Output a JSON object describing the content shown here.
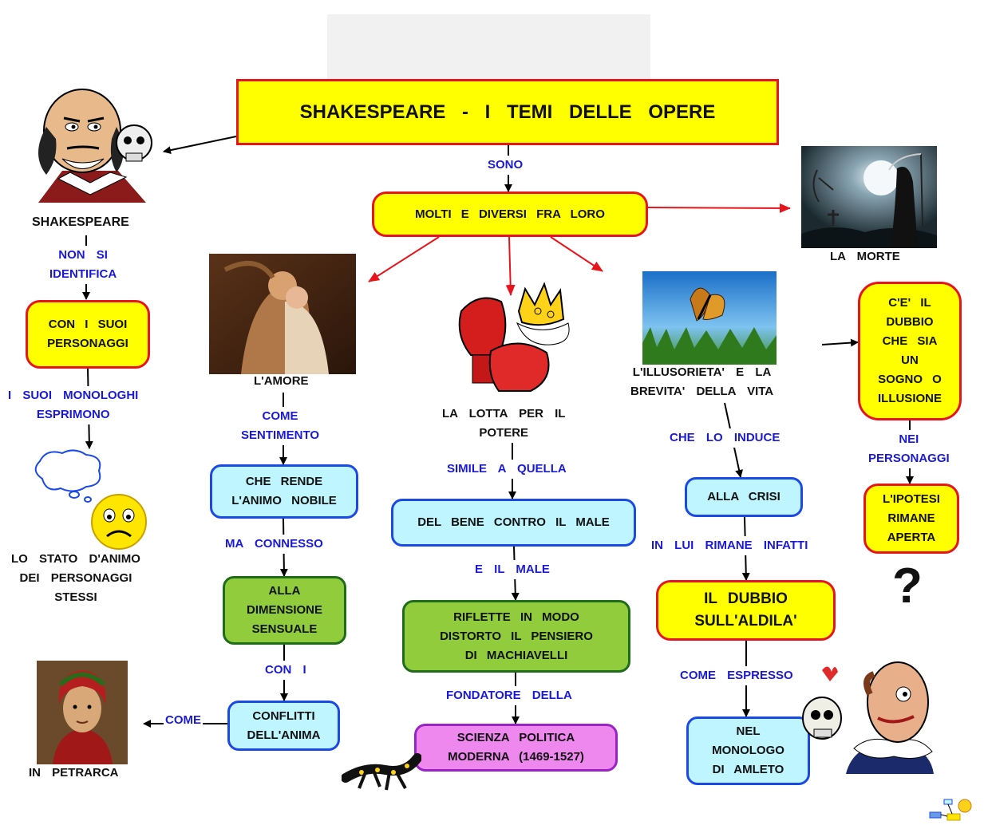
{
  "title": "SHAKESPEARE    - I  TEMI   DELLE   OPERE",
  "links": {
    "sono": "SONO",
    "non_si_identifica": "NON  SI\nIDENTIFICA",
    "suoi_monologhi": "I  SUOI        MONOLOGHI\nESPRIMONO",
    "come_sentimento": "COME\nSENTIMENTO",
    "ma_connesso": "MA    CONNESSO",
    "con_i": "CON  I",
    "come_petrarca": "COME",
    "simile_a_quella": "SIMILE   A   QUELLA",
    "e_il_male": "E  IL  MALE",
    "fondatore_della": "FONDATORE      DELLA",
    "che_lo_induce": "CHE  LO  INDUCE",
    "in_lui_rimane": "IN  LUI    RIMANE     INFATTI",
    "come_espresso": "COME        ESPRESSO",
    "nei_personaggi": "NEI\nPERSONAGGI"
  },
  "nodes": {
    "molti_diversi": "MOLTI   E   DIVERSI   FRA   LORO",
    "con_suoi_personaggi": "CON  I  SUOI\nPERSONAGGI",
    "che_rende_nobile": "CHE   RENDE\nL'ANIMO    NOBILE",
    "dimensione_sensuale": "ALLA\nDIMENSIONE\nSENSUALE",
    "conflitti_anima": "CONFLITTI\nDELL'ANIMA",
    "bene_contro_male": "DEL   BENE    CONTRO   IL   MALE",
    "riflette_machiavelli": "RIFLETTE    IN    MODO\nDISTORTO    IL    PENSIERO\nDI     MACHIAVELLI",
    "scienza_politica": "SCIENZA      POLITICA\nMODERNA     (1469-1527)",
    "alla_crisi": "ALLA    CRISI",
    "dubbio_aldila": "IL   DUBBIO\nSULL'ALDILA'",
    "monologo_amleto": "NEL\nMONOLOGO\nDI    AMLETO",
    "dubbio_sogno": "C'E'  IL\nDUBBIO\nCHE   SIA\nUN\nSOGNO   O\nILLUSIONE",
    "ipotesi_aperta": "L'IPOTESI\nRIMANE\nAPERTA"
  },
  "captions": {
    "shakespeare": "SHAKESPEARE",
    "stato_animo": "LO    STATO     D'ANIMO\nDEI      PERSONAGGI\nSTESSI",
    "amore": "L'AMORE",
    "lotta_potere": "LA    LOTTA    PER   IL\nPOTERE",
    "illusorieta": "L'ILLUSORIETA'      E  LA\nBREVITA'      DELLA      VITA",
    "morte": "LA     MORTE",
    "petrarca": "IN       PETRARCA",
    "question_mark": "?"
  },
  "colors": {
    "yellow_fill": "#ffff00",
    "red_border": "#e8141c",
    "cyan_fill": "#bff5ff",
    "blue_border": "#1b49e6",
    "green_fill": "#90cc3c",
    "pink_fill": "#ee88ee",
    "link_text": "#1a1ad6"
  },
  "icons": [
    "shakespeare-cartoon-icon",
    "love-painting-icon",
    "boxing-gloves-crown-icon",
    "butterfly-icon",
    "death-moon-icon",
    "thought-cloud-icon",
    "sad-face-icon",
    "petrarca-portrait-icon",
    "salamander-icon",
    "shakespeare-skull-icon",
    "cmap-logo-icon"
  ]
}
